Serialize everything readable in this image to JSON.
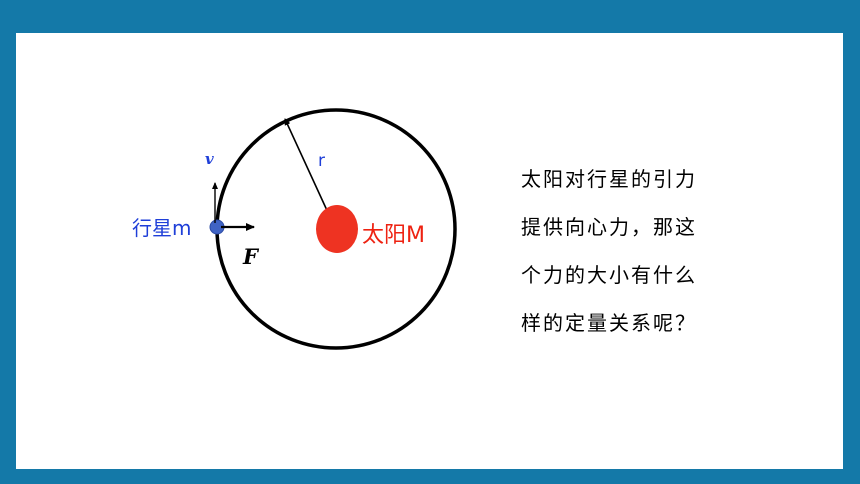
{
  "diagram": {
    "planet_label": "行星m",
    "sun_label": "太阳M",
    "velocity_label": "v",
    "force_label": "F",
    "radius_label": "r",
    "colors": {
      "background": "#1479a8",
      "sun": "#ee3322",
      "planet": "#3f63c4",
      "planet_label": "#1f3fd8",
      "sun_label": "#ee2211",
      "velocity_label": "#1f3fd8",
      "orbit": "#000000"
    }
  },
  "question": {
    "lines": [
      "太阳对行星的引力",
      "提供向心力，那这",
      "个力的大小有什么",
      "样的定量关系呢？"
    ]
  }
}
